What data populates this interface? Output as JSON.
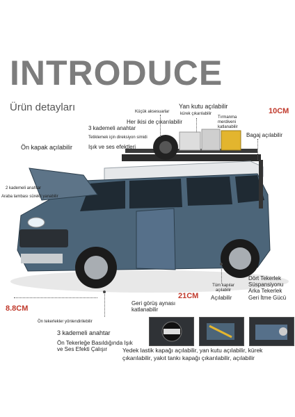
{
  "header": {
    "title": "INTRODUCE",
    "subtitle": "Ürün detayları"
  },
  "labels": {
    "accessories": "Küçük aksesuarlar",
    "side_box": "Yan kutu açılabilir",
    "both_doors": "Her ikisi de çıkarılabilir",
    "shovel": "kürek çıkarılabilir",
    "three_level_switch_top": "3 kademeli anahtar",
    "steering": "Tetiklemek için direksiyon simidi",
    "climb_ladder": "Tırmanma merdiveni katlanabilir",
    "trunk": "Bagaj açılabilir",
    "front_hood": "Ön kapak açılabilir",
    "light_sound": "Işık ve ses efektleri",
    "two_level_switch": "2 kademeli anahtar",
    "car_lights": "Araba lambası sürekli yanabilir",
    "all_doors": "Tüm kapılar açılabilir",
    "openable": "Açılabilir",
    "suspension": "Dört Tekerlek Süspansiyonu Arka Tekerlek Geri İtme Gücü",
    "mirror": "Geri görüş aynası katlanabilir",
    "front_wheels": "Ön tekerlekler yönlendirilebilir",
    "three_level_switch_bottom": "3 kademeli anahtar",
    "front_wheel_press": "Ön Tekerleğe Basıldığında Işık ve Ses Efekti Çalışır",
    "bottom_caption": "Yedek lastik kapağı açılabilir, yan kutu açılabilir, kürek çıkarılabilir, yakıt tankı kapağı çıkarılabilir, açılabilir"
  },
  "dimensions": {
    "height": "10CM",
    "width": "8.8CM",
    "length": "21CM"
  },
  "colors": {
    "car_body": "#4c6579",
    "roof": "#e6e8ea",
    "accent_red": "#c0392b"
  },
  "icons": [
    "spare-tire",
    "side-box",
    "shovel",
    "fuel-tank"
  ]
}
